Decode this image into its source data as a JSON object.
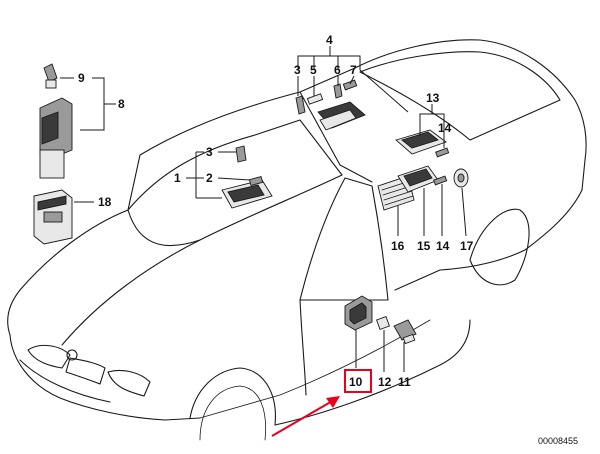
{
  "callouts": {
    "c1": "1",
    "c2": "2",
    "c3a": "3",
    "c3b": "3",
    "c4": "4",
    "c5": "5",
    "c6": "6",
    "c7": "7",
    "c8": "8",
    "c9": "9",
    "c10": "10",
    "c11": "11",
    "c12": "12",
    "c13": "13",
    "c14a": "14",
    "c14b": "14",
    "c15": "15",
    "c16": "16",
    "c17": "17",
    "c18": "18"
  },
  "diagram_code": "00008455",
  "colors": {
    "highlight": "#e8001c",
    "ink": "#1a1a1a"
  }
}
